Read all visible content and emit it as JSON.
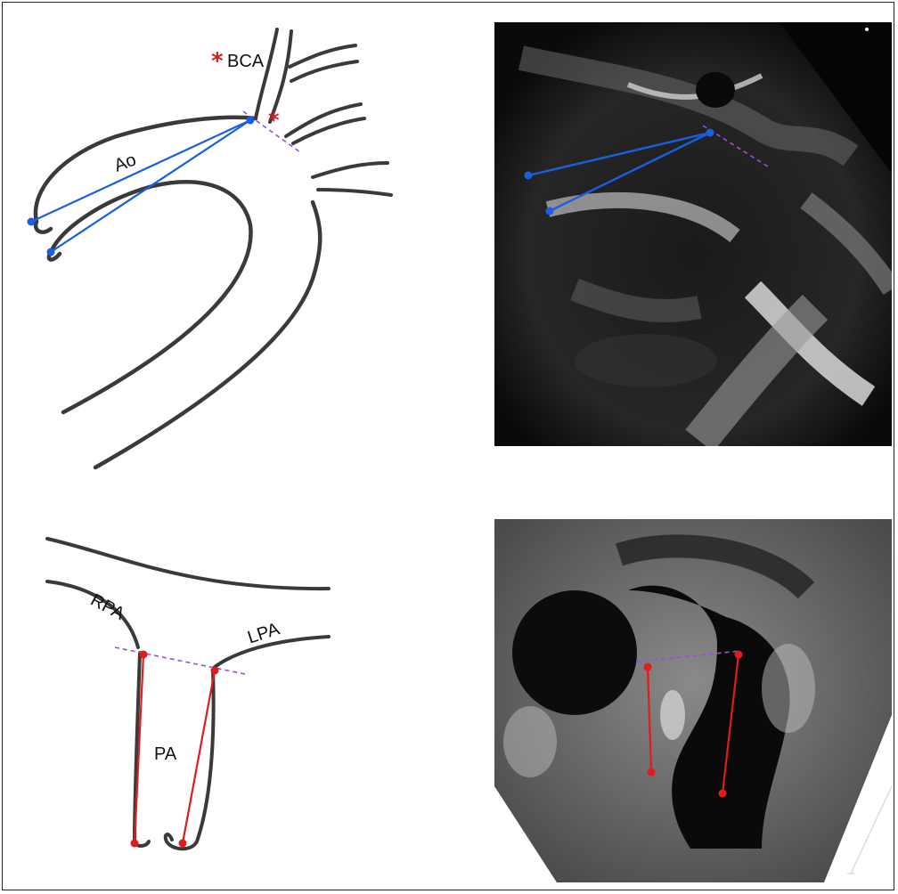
{
  "figure": {
    "aortic_sketch": {
      "labels": {
        "aorta": "Ao",
        "branch": "BCA",
        "marker": "*"
      },
      "measure_color": "#1a5fe0",
      "dashed_color": "#9b4fd8"
    },
    "pulmonary_sketch": {
      "labels": {
        "right": "RPA",
        "left": "LPA",
        "trunk": "PA"
      },
      "measure_color": "#e01c1c",
      "dashed_color": "#9b4fd8"
    },
    "ultrasound_top": {
      "measure_color": "#1a5fe0",
      "dashed_color": "#9b4fd8"
    },
    "ultrasound_bottom": {
      "measure_color": "#e01c1c",
      "dashed_color": "#9b4fd8"
    },
    "marker_color": "#d11f1f"
  }
}
